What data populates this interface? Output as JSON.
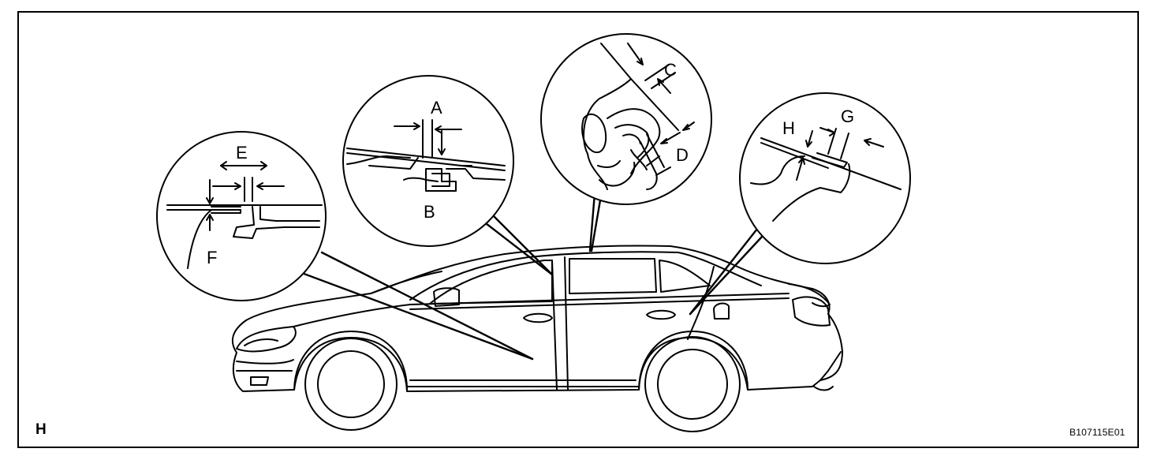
{
  "view_letter": "H",
  "figure_code": "B107115E01",
  "callout_labels": {
    "a": "A",
    "b": "B",
    "c": "C",
    "d": "D",
    "e": "E",
    "f": "F",
    "g": "G",
    "h": "H"
  }
}
